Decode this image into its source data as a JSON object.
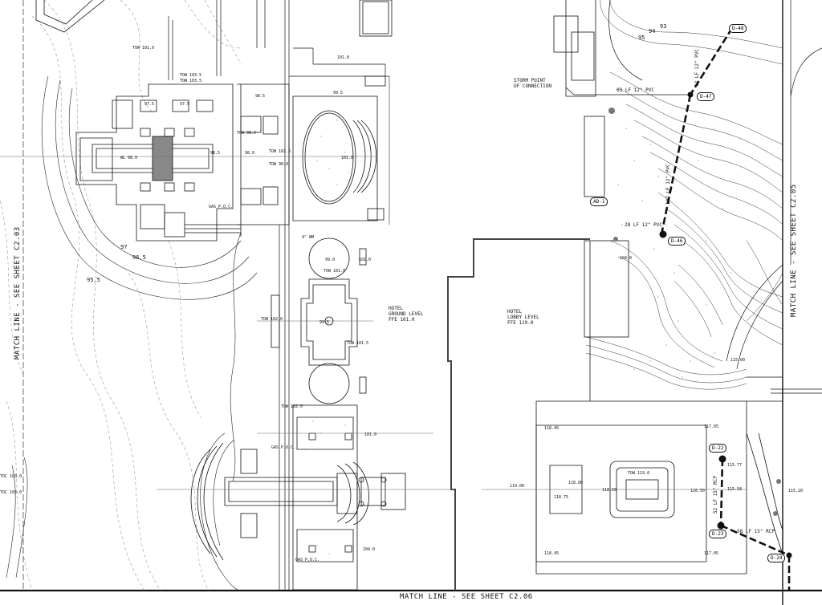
{
  "match_lines": {
    "left": "MATCH LINE - SEE SHEET C2.03",
    "right": "MATCH LINE - SEE SHEET C2.05",
    "bottom": "MATCH LINE - SEE SHEET C2.06"
  },
  "storm": {
    "line1": "STORM POINT",
    "line2": "OF CONNECTION"
  },
  "hotel_ground": {
    "line1": "HOTEL",
    "line2": "GROUND LEVEL",
    "line3": "FFE 101.0"
  },
  "hotel_lobby": {
    "line1": "HOTEL",
    "line2": "LOBBY LEVEL",
    "line3": "FFE 119.0"
  },
  "structures": {
    "d48": "D-48",
    "d47": "D-47",
    "d46": "D-46",
    "ad1": "AD-1",
    "d22": "D-22",
    "d23": "D-23",
    "d24": "D-24"
  },
  "pipes": {
    "p1": "63 LF 12\" PVC",
    "p2": "107 LF 12\" PVC",
    "p3": "28 LF 12\" PVC",
    "p4": "52 LF 15\" RCP",
    "p5": "58 LF 15\" RCP",
    "p6": "12 LF 12\" PVC"
  },
  "contours": {
    "c93": "93",
    "c94": "94",
    "c95": "95",
    "c955": "95.5",
    "c965": "96.5",
    "c97": "97"
  },
  "spot": {
    "tow1": "TOW 103.5",
    "tow2": "TOW 103.5",
    "s1": "97.5",
    "s2": "97.5",
    "s3": "98.5",
    "tow3": "TOW 98.5",
    "wl": "WL 98.0",
    "s4": "98.5",
    "s5": "98.0",
    "tow4": "TOW 102.5",
    "tow5": "TOW 98.0",
    "tow6": "TOW 101.0",
    "tow7": "TOW 101.0",
    "tow8": "TOW 101.5",
    "tow9": "TOW 102.0",
    "gas1": "GAS P.O.C.",
    "gas2": "GAS P.O.C.",
    "gas3": "GAS P.O.C.",
    "wm": "4\" WM",
    "s6": "101.0",
    "s7": "99.5",
    "s8": "99.0",
    "s9": "101.0",
    "s10": "101.0",
    "s11": "99.5",
    "s12": "101.0",
    "s13": "104.0",
    "s14": "118.45",
    "s15": "117.05",
    "s16": "119.00",
    "s17": "118.80",
    "s18": "118.75",
    "s19": "118.50",
    "s20": "TOW 119.0",
    "s21": "115.58",
    "s22": "115.77",
    "s23": "115.20",
    "s24": "118.45",
    "s25": "117.05",
    "s26": "115.00",
    "s27": "116.50",
    "s28": "104.0",
    "s29": "TOW 102.0",
    "s30": "TOC 103.0",
    "s31": "TOC 103.0"
  }
}
